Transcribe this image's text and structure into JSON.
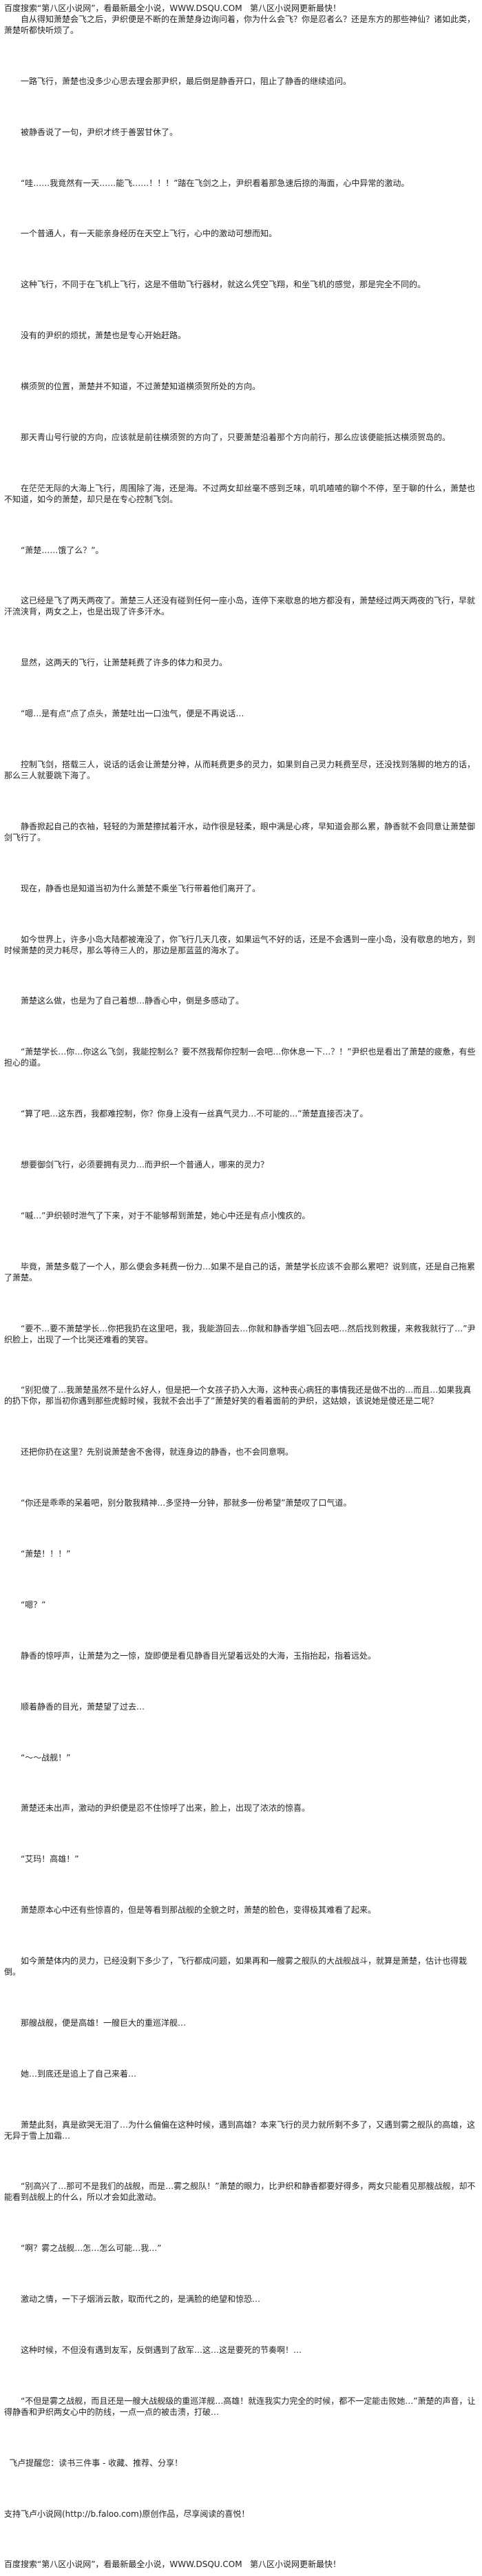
{
  "site_banner": {
    "top": "百度搜索“第八区小说网”，看最新最全小说，WWW.DSQU.COM   第八区小说网更新最快！",
    "bottom": "百度搜索“第八区小说网”，看最新最全小说，WWW.DSQU.COM   第八区小说网更新最快！"
  },
  "story": {
    "paragraphs": [
      "自从得知萧楚会飞之后，尹织便是不断的在萧楚身边询问着，你为什么会飞？你是忍者么？还是东方的那些神仙？诸如此类，萧楚听都快听烦了。",
      "一路飞行，萧楚也没多少心思去理会那尹织，最后倒是静香开口，阻止了静香的继续追问。",
      "被静香说了一句，尹织才终于善罢甘休了。",
      "“哇……我竟然有一天……能飞……！！！”踏在飞剑之上，尹织看着那急速后掠的海面，心中异常的激动。",
      "一个普通人，有一天能亲身经历在天空上飞行，心中的激动可想而知。",
      "这种飞行，不同于在飞机上飞行，这是不借助飞行器材，就这么凭空飞翔，和坐飞机的感觉，那是完全不同的。",
      "没有的尹织的烦扰，萧楚也是专心开始赶路。",
      "横须贺的位置，萧楚并不知道，不过萧楚知道横须贺所处的方向。",
      "那天青山号行驶的方向，应该就是前往横须贺的方向了，只要萧楚沿着那个方向前行，那么应该便能抵达横须贺岛的。",
      "在茫茫无际的大海上飞行，周围除了海，还是海。不过两女却丝毫不感到乏味，叽叽喳喳的聊个不停，至于聊的什么，萧楚也不知道，如今的萧楚，却只是在专心控制飞剑。",
      "“萧楚……饿了么？”。",
      "这已经是飞了两天两夜了。萧楚三人还没有碰到任何一座小岛，连停下来歇息的地方都没有，萧楚经过两天两夜的飞行，早就汗流浃背，两女之上，也是出现了许多汗水。",
      "显然，这两天的飞行，让萧楚耗费了许多的体力和灵力。",
      "“嗯…是有点”点了点头，萧楚吐出一口浊气，便是不再说话…",
      "控制飞剑，搭载三人，说话的话会让萧楚分神，从而耗费更多的灵力，如果到自己灵力耗费至尽，还没找到落脚的地方的话，那么三人就要跳下海了。",
      "静香掀起自己的衣袖，轻轻的为萧楚擦拭着汗水，动作很是轻柔，眼中满是心疼，早知道会那么累，静香就不会同意让萧楚御剑飞行了。",
      "现在，静香也是知道当初为什么萧楚不乘坐飞行带着他们离开了。",
      "如今世界上，许多小岛大陆都被淹没了，你飞行几天几夜，如果运气不好的话，还是不会遇到一座小岛，没有歇息的地方，到时候萧楚的灵力耗尽，那么等待三人的，那边是那蓝蓝的海水了。",
      "萧楚这么做，也是为了自己着想…静香心中，倒是多感动了。",
      "“萧楚学长…你…你这么飞剑，我能控制么？要不然我帮你控制一会吧…你休息一下…？！”尹织也是看出了萧楚的疲惫，有些担心的道。",
      "“算了吧…这东西，我都难控制，你？你身上没有一丝真气灵力…不可能的…”萧楚直接否决了。",
      "想要御剑飞行，必须要拥有灵力…而尹织一个普通人，哪来的灵力？",
      "“嘁…”尹织顿时泄气了下来，对于不能够帮到萧楚，她心中还是有点小愧疚的。",
      "毕竟，萧楚多载了一个人，那么便会多耗费一份力…如果不是自己的话，萧楚学长应该不会那么累吧？说到底，还是自己拖累了萧楚。",
      "“要不…要不萧楚学长…你把我扔在这里吧，我，我能游回去…你就和静香学姐飞回去吧…然后找到救援，来救我就行了…”尹织脸上，出现了一个比哭还难看的笑容。",
      "“别犯傻了…我萧楚虽然不是什么好人，但是把一个女孩子扔入大海，这种丧心病狂的事情我还是做不出的…而且…如果我真的扔下你，那当初你遇到那些虎鲸时候，我就不会出手了”萧楚好笑的看着面前的尹织，这姑娘，该说她是傻还是二呢？",
      "还把你扔在这里？先别说萧楚舍不舍得，就连身边的静香，也不会同意啊。",
      "“你还是乖乖的呆着吧，别分散我精神…多坚持一分钟，那就多一份希望”萧楚叹了口气道。",
      "“萧楚！！！”",
      "“嗯？”",
      "静香的惊呼声，让萧楚为之一惊，旋即便是看见静香目光望着远处的大海，玉指抬起，指着远处。",
      "顺着静香的目光，萧楚望了过去…",
      "“～～战舰！”",
      "萧楚还未出声，激动的尹织便是忍不住惊呼了出来，脸上，出现了浓浓的惊喜。",
      "“艾玛！高雄！”",
      "萧楚原本心中还有些惊喜的，但是等看到那战舰的全貌之时，萧楚的脸色，变得极其难看了起来。",
      "如今萧楚体内的灵力，已经没剩下多少了，飞行都成问题，如果再和一艘雾之舰队的大战舰战斗，就算是萧楚，估计也得栽倒。",
      "那艘战舰，便是高雄！一艘巨大的重巡洋舰…",
      "她…到底还是追上了自己来着…",
      "萧楚此刻，真是欲哭无泪了…为什么偏偏在这种时候，遇到高雄？本来飞行的灵力就所剩不多了，又遇到雾之舰队的高雄，这无异于雪上加霜…",
      "“别高兴了…那可不是我们的战舰，而是…雾之舰队！”萧楚的眼力，比尹织和静香都要好得多，两女只能看见那艘战舰，却不能看到战舰上的什么，所以才会如此激动。",
      "“啊？雾之战舰…怎…怎么可能…我…”",
      "激动之情，一下子烟消云散，取而代之的，是满脸的绝望和惊恐…",
      "这种时候，不但没有遇到友军，反倒遇到了敌军…这…这是要死的节奏啊！…",
      "“不但是雾之战舰，而且还是一艘大战舰级的重巡洋舰…高雄！就连我实力完全的时候，都不一定能击败她…”萧楚的声音，让得静香和尹织两女心中的防线，一点一点的被击溃，打破…"
    ]
  },
  "notes": {
    "reminder": "飞卢提醒您：读书三件事 - 收藏、推荐、分享！",
    "support": "支持飞卢小说网(http://b.faloo.com)原创作品，尽享阅读的喜悦！"
  },
  "theme": {
    "text_color": "#222222",
    "background_color": "#ffffff"
  }
}
